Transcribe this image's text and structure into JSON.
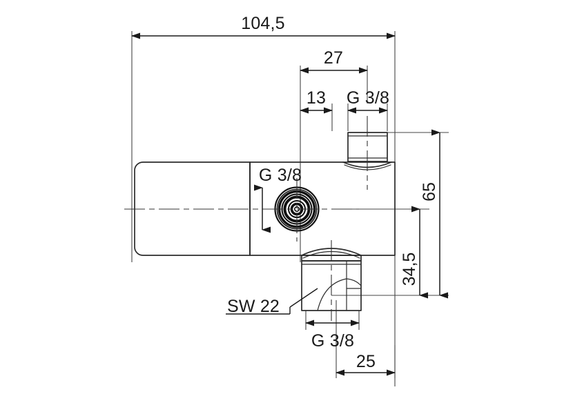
{
  "drawing": {
    "title": "Angle valve technical dimension drawing",
    "units": "mm",
    "line_color": "#2b2b2b",
    "text_color": "#1a1a1a",
    "background": "#ffffff"
  },
  "dimensions": {
    "overall_length": "104,5",
    "offset_27": "27",
    "offset_13": "13",
    "thread_top": "G 3/8",
    "thread_side": "G 3/8",
    "thread_bottom": "G 3/8",
    "overall_height": "65",
    "center_height": "34,5",
    "bottom_offset": "25",
    "wrench_size": "SW 22"
  },
  "labels": [
    {
      "name": "overall-length",
      "text": "104,5",
      "orientation": "horizontal"
    },
    {
      "name": "offset-27",
      "text": "27",
      "orientation": "horizontal"
    },
    {
      "name": "offset-13",
      "text": "13",
      "orientation": "horizontal"
    },
    {
      "name": "thread-top",
      "text": "G 3/8",
      "orientation": "horizontal"
    },
    {
      "name": "thread-side",
      "text": "G 3/8",
      "orientation": "horizontal"
    },
    {
      "name": "thread-bottom",
      "text": "G 3/8",
      "orientation": "horizontal"
    },
    {
      "name": "overall-height",
      "text": "65",
      "orientation": "vertical"
    },
    {
      "name": "center-height",
      "text": "34,5",
      "orientation": "vertical"
    },
    {
      "name": "bottom-offset",
      "text": "25",
      "orientation": "horizontal"
    },
    {
      "name": "wrench-size",
      "text": "SW 22",
      "orientation": "horizontal"
    }
  ]
}
